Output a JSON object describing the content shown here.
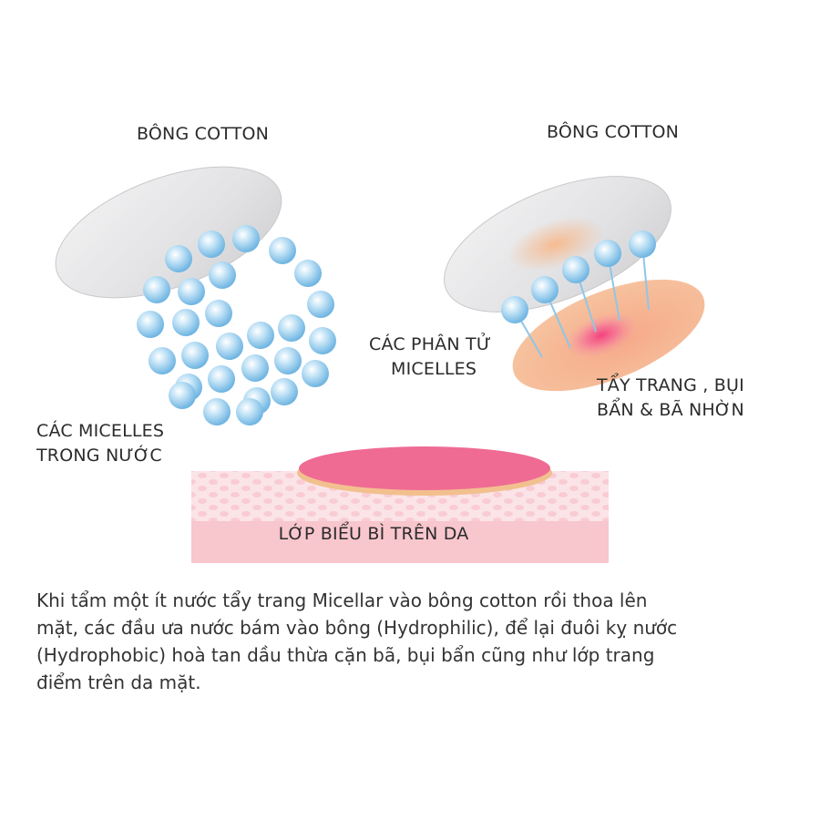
{
  "labels": {
    "cotton_left": "BÔNG COTTON",
    "cotton_right": "BÔNG COTTON",
    "micelles_in_water": [
      "CÁC MICELLES",
      "TRONG  NƯỚC"
    ],
    "micelle_molecules": [
      "CÁC PHÂN TỬ",
      "MICELLES"
    ],
    "makeup_dirt_oil": [
      "TẨY TRANG , BỤI",
      "BẨN & BÃ NHỜN"
    ],
    "epidermis": "LỚP BIỂU BÌ TRÊN DA"
  },
  "description": [
    "Khi tẩm một ít nước tẩy trang Micellar vào bông cotton rồi thoa lên",
    "mặt, các đầu ưa nước bám vào bông (Hydrophilic), để lại đuôi kỵ nước",
    "(Hydrophobic) hoà tan dầu thừa cặn bã, bụi bẩn cũng như lớp trang",
    "điểm trên da mặt."
  ],
  "colors": {
    "cotton": "#e4e4e6",
    "micelle": "#7fbfe6",
    "skin_layer": "#f7c9cf",
    "skin_cells": "#fbe0e4",
    "pink_pad": "#ef6f96",
    "peach_dirt": "#f5bb95",
    "hot_spot": "#f4578b"
  }
}
